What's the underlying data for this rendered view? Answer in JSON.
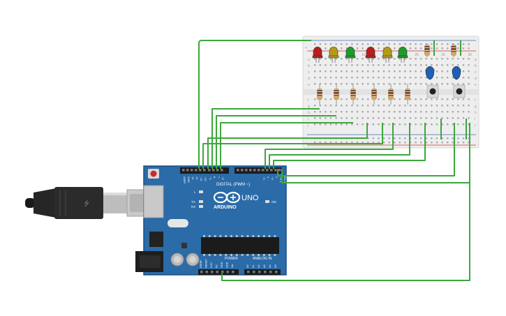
{
  "board": {
    "brand": "ARDUINO",
    "model": "UNO",
    "on_label": "ON",
    "digital_label": "DIGITAL (PWM ~)",
    "power_label": "POWER",
    "analog_label": "ANALOG IN",
    "tx_label": "TX",
    "rx_label": "RX",
    "l_label": "L",
    "digital_pins": [
      "AREF",
      "GND",
      "13",
      "12",
      "~11",
      "~10",
      "~9",
      "8",
      "7",
      "~6",
      "~5",
      "4",
      "~3",
      "2",
      "TX 1",
      "RX 0"
    ],
    "power_pins": [
      "IOREF",
      "RESET",
      "3.3V",
      "5V",
      "GND",
      "GND",
      "Vin"
    ],
    "analog_pins": [
      "A0",
      "A1",
      "A2",
      "A3",
      "A4",
      "A5"
    ]
  },
  "breadboard": {
    "columns_top": [
      "1",
      "",
      "",
      "",
      "5",
      "",
      "",
      "",
      "",
      "10",
      "",
      "",
      "",
      "",
      "15",
      "",
      "",
      "",
      "",
      "20",
      "",
      "",
      "",
      "",
      "25",
      "",
      "",
      "",
      "",
      "30"
    ],
    "rows": [
      "a",
      "b",
      "c",
      "d",
      "e",
      "f",
      "g",
      "h",
      "i",
      "j"
    ],
    "rail_plus": "+",
    "rail_minus": "-"
  },
  "components": {
    "leds": [
      {
        "color": "#b51f1f"
      },
      {
        "color": "#b59a17"
      },
      {
        "color": "#1f9a2e"
      },
      {
        "color": "#b51f1f"
      },
      {
        "color": "#b59a17"
      },
      {
        "color": "#1f9a2e"
      }
    ],
    "buttons": [
      {
        "cap": "#1f5fb8"
      },
      {
        "cap": "#1f5fb8"
      }
    ]
  },
  "colors": {
    "board": "#2a6ba8",
    "board_dark": "#1d4f80",
    "wire": "#3aa83a",
    "breadboard": "#eeeeee"
  }
}
